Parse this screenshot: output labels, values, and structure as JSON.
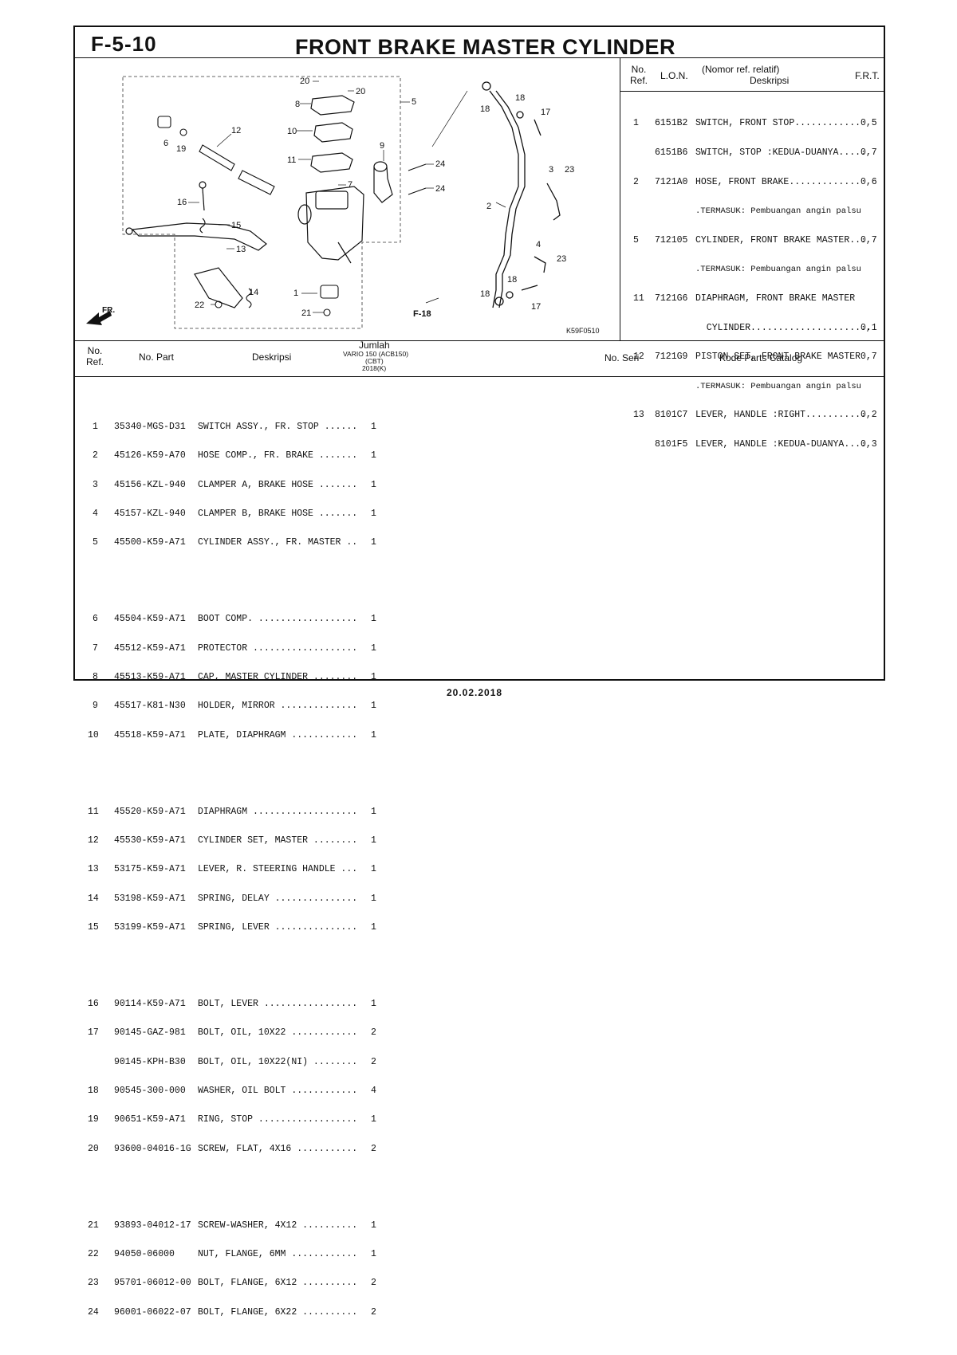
{
  "page_code": "F-5-10",
  "page_title": "FRONT BRAKE MASTER CYLINDER",
  "diagram": {
    "callouts": [
      "20",
      "20",
      "8",
      "5",
      "12",
      "6",
      "19",
      "10",
      "11",
      "9",
      "7",
      "24",
      "24",
      "16",
      "15",
      "13",
      "1",
      "14",
      "22",
      "21",
      "18",
      "18",
      "17",
      "3",
      "23",
      "2",
      "4",
      "23",
      "18",
      "18",
      "17"
    ],
    "fr_label": "FR.",
    "ref_label": "F-18",
    "figure_code": "K59F0510"
  },
  "lon_table": {
    "headers": {
      "no_ref": "No.\nRef.",
      "lon": "L.O.N.",
      "desc_top": "(Nomor ref. relatif)",
      "desc": "Deskripsi",
      "frt": "F.R.T."
    },
    "rows": [
      {
        "ref": "1",
        "lon": "6151B2",
        "desc": "SWITCH, FRONT STOP............",
        "frt": "0,5"
      },
      {
        "ref": "",
        "lon": "6151B6",
        "desc": "SWITCH, STOP :KEDUA-DUANYA.....",
        "frt": "0,7"
      },
      {
        "ref": "2",
        "lon": "7121A0",
        "desc": "HOSE, FRONT BRAKE.............",
        "frt": "0,6"
      },
      {
        "ref": "",
        "lon": "",
        "desc": ".TERMASUK: Pembuangan angin palsu",
        "frt": ""
      },
      {
        "ref": "5",
        "lon": "712105",
        "desc": "CYLINDER, FRONT BRAKE MASTER...",
        "frt": "0,7"
      },
      {
        "ref": "",
        "lon": "",
        "desc": ".TERMASUK: Pembuangan angin palsu",
        "frt": ""
      },
      {
        "ref": "11",
        "lon": "7121G6",
        "desc": "DIAPHRAGM, FRONT BRAKE MASTER",
        "frt": ""
      },
      {
        "ref": "",
        "lon": "",
        "desc": "  CYLINDER......................",
        "frt": "0,1"
      },
      {
        "ref": "12",
        "lon": "7121G9",
        "desc": "PISTON SET, FRONT BRAKE MASTER",
        "frt": "0,7"
      },
      {
        "ref": "",
        "lon": "",
        "desc": ".TERMASUK: Pembuangan angin palsu",
        "frt": ""
      },
      {
        "ref": "13",
        "lon": "8101C7",
        "desc": "LEVER, HANDLE :RIGHT...........",
        "frt": "0,2"
      },
      {
        "ref": "",
        "lon": "8101F5",
        "desc": "LEVER, HANDLE :KEDUA-DUANYA....",
        "frt": "0,3"
      }
    ]
  },
  "parts_table": {
    "headers": {
      "no_ref": "No.\nRef.",
      "no_part": "No. Part",
      "desc": "Deskripsi",
      "jumlah": "Jumlah",
      "model": "VARIO 150 (ACB150)",
      "model2": "(CBT)",
      "model3": "2018(K)",
      "no_seri": "No. Seri",
      "kode": "Kode Parts Catalog"
    },
    "groups": [
      [
        {
          "ref": "1",
          "part": "35340-MGS-D31",
          "desc": "SWITCH ASSY., FR. STOP ......",
          "qty": "1"
        },
        {
          "ref": "2",
          "part": "45126-K59-A70",
          "desc": "HOSE COMP., FR. BRAKE .......",
          "qty": "1"
        },
        {
          "ref": "3",
          "part": "45156-KZL-940",
          "desc": "CLAMPER A, BRAKE HOSE .......",
          "qty": "1"
        },
        {
          "ref": "4",
          "part": "45157-KZL-940",
          "desc": "CLAMPER B, BRAKE HOSE .......",
          "qty": "1"
        },
        {
          "ref": "5",
          "part": "45500-K59-A71",
          "desc": "CYLINDER ASSY., FR. MASTER ..",
          "qty": "1"
        }
      ],
      [
        {
          "ref": "6",
          "part": "45504-K59-A71",
          "desc": "BOOT COMP. ..................",
          "qty": "1"
        },
        {
          "ref": "7",
          "part": "45512-K59-A71",
          "desc": "PROTECTOR ...................",
          "qty": "1"
        },
        {
          "ref": "8",
          "part": "45513-K59-A71",
          "desc": "CAP, MASTER CYLINDER ........",
          "qty": "1"
        },
        {
          "ref": "9",
          "part": "45517-K81-N30",
          "desc": "HOLDER, MIRROR ..............",
          "qty": "1"
        },
        {
          "ref": "10",
          "part": "45518-K59-A71",
          "desc": "PLATE, DIAPHRAGM ............",
          "qty": "1"
        }
      ],
      [
        {
          "ref": "11",
          "part": "45520-K59-A71",
          "desc": "DIAPHRAGM ...................",
          "qty": "1"
        },
        {
          "ref": "12",
          "part": "45530-K59-A71",
          "desc": "CYLINDER SET, MASTER ........",
          "qty": "1"
        },
        {
          "ref": "13",
          "part": "53175-K59-A71",
          "desc": "LEVER, R. STEERING HANDLE ...",
          "qty": "1"
        },
        {
          "ref": "14",
          "part": "53198-K59-A71",
          "desc": "SPRING, DELAY ...............",
          "qty": "1"
        },
        {
          "ref": "15",
          "part": "53199-K59-A71",
          "desc": "SPRING, LEVER ...............",
          "qty": "1"
        }
      ],
      [
        {
          "ref": "16",
          "part": "90114-K59-A71",
          "desc": "BOLT, LEVER .................",
          "qty": "1"
        },
        {
          "ref": "17",
          "part": "90145-GAZ-981",
          "desc": "BOLT, OIL, 10X22 ............",
          "qty": "2"
        },
        {
          "ref": "",
          "part": "90145-KPH-B30",
          "desc": "BOLT, OIL, 10X22(NI) ........",
          "qty": "2"
        },
        {
          "ref": "18",
          "part": "90545-300-000",
          "desc": "WASHER, OIL BOLT ............",
          "qty": "4"
        },
        {
          "ref": "19",
          "part": "90651-K59-A71",
          "desc": "RING, STOP ..................",
          "qty": "1"
        },
        {
          "ref": "20",
          "part": "93600-04016-1G",
          "desc": "SCREW, FLAT, 4X16 ...........",
          "qty": "2"
        }
      ],
      [
        {
          "ref": "21",
          "part": "93893-04012-17",
          "desc": "SCREW-WASHER, 4X12 ..........",
          "qty": "1"
        },
        {
          "ref": "22",
          "part": "94050-06000",
          "desc": "NUT, FLANGE, 6MM ............",
          "qty": "1"
        },
        {
          "ref": "23",
          "part": "95701-06012-00",
          "desc": "BOLT, FLANGE, 6X12 ..........",
          "qty": "2"
        },
        {
          "ref": "24",
          "part": "96001-06022-07",
          "desc": "BOLT, FLANGE, 6X22 ..........",
          "qty": "2"
        }
      ]
    ]
  },
  "date": "20.02.2018"
}
